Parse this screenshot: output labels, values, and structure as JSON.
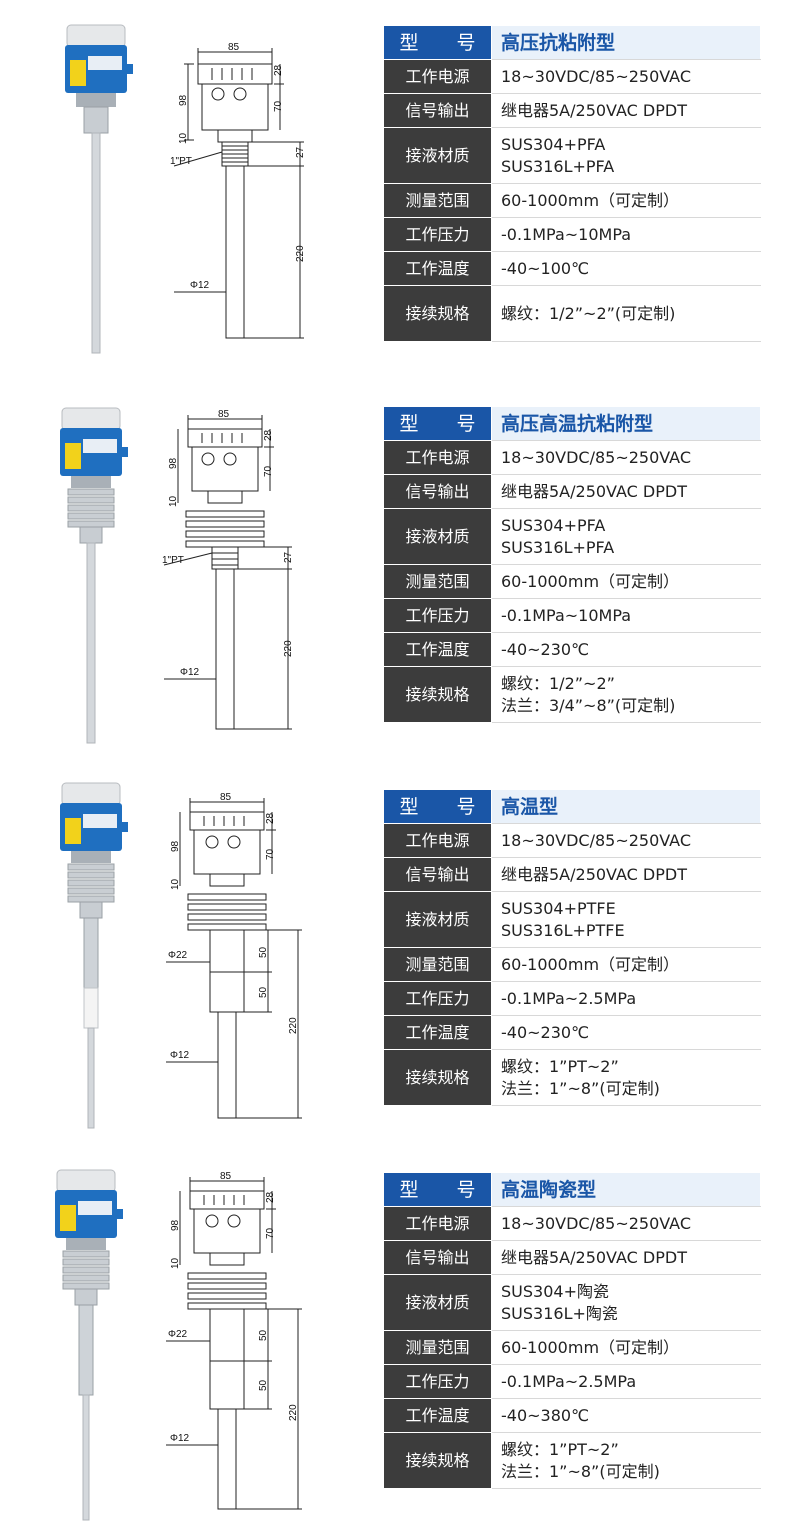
{
  "products": [
    {
      "model_key": "型　　号",
      "model": "高压抗粘附型",
      "rows": [
        {
          "k": "工作电源",
          "v": [
            "18~30VDC/85~250VAC"
          ]
        },
        {
          "k": "信号输出",
          "v": [
            "继电器5A/250VAC DPDT"
          ]
        },
        {
          "k": "接液材质",
          "v": [
            "SUS304+PFA",
            "SUS316L+PFA"
          ]
        },
        {
          "k": "测量范围",
          "v": [
            "60-1000mm（可定制）"
          ]
        },
        {
          "k": "工作压力",
          "v": [
            "-0.1MPa~10MPa"
          ]
        },
        {
          "k": "工作温度",
          "v": [
            "-40~100℃"
          ]
        },
        {
          "k": "接续规格",
          "v": [
            "螺纹：1/2”~2”(可定制)"
          ]
        }
      ],
      "dims": {
        "w": "85",
        "d1": "28",
        "d2": "70",
        "d3": "98",
        "d4": "10",
        "pt": "1\"PT",
        "t": "27",
        "len": "220",
        "rod": "Φ12"
      }
    },
    {
      "model_key": "型　　号",
      "model": "高压高温抗粘附型",
      "rows": [
        {
          "k": "工作电源",
          "v": [
            "18~30VDC/85~250VAC"
          ]
        },
        {
          "k": "信号输出",
          "v": [
            "继电器5A/250VAC DPDT"
          ]
        },
        {
          "k": "接液材质",
          "v": [
            "SUS304+PFA",
            "SUS316L+PFA"
          ]
        },
        {
          "k": "测量范围",
          "v": [
            "60-1000mm（可定制）"
          ]
        },
        {
          "k": "工作压力",
          "v": [
            "-0.1MPa~10MPa"
          ]
        },
        {
          "k": "工作温度",
          "v": [
            "-40~230℃"
          ]
        },
        {
          "k": "接续规格",
          "v": [
            "螺纹：1/2”~2”",
            "法兰：3/4”~8”(可定制)"
          ]
        }
      ],
      "dims": {
        "w": "85",
        "d1": "28",
        "d2": "70",
        "d3": "98",
        "d4": "10",
        "pt": "1\"PT",
        "t": "27",
        "len": "220",
        "rod": "Φ12"
      }
    },
    {
      "model_key": "型　　号",
      "model": "高温型",
      "rows": [
        {
          "k": "工作电源",
          "v": [
            "18~30VDC/85~250VAC"
          ]
        },
        {
          "k": "信号输出",
          "v": [
            "继电器5A/250VAC DPDT"
          ]
        },
        {
          "k": "接液材质",
          "v": [
            "SUS304+PTFE",
            "SUS316L+PTFE"
          ]
        },
        {
          "k": "测量范围",
          "v": [
            "60-1000mm（可定制）"
          ]
        },
        {
          "k": "工作压力",
          "v": [
            "-0.1MPa~2.5MPa"
          ]
        },
        {
          "k": "工作温度",
          "v": [
            "-40~230℃"
          ]
        },
        {
          "k": "接续规格",
          "v": [
            "螺纹：1”PT~2”",
            "法兰：1”~8”(可定制)"
          ]
        }
      ],
      "dims": {
        "w": "85",
        "d1": "28",
        "d2": "70",
        "d3": "98",
        "d4": "10",
        "sleeve": "Φ22",
        "s1": "50",
        "s2": "50",
        "len": "220",
        "rod": "Φ12"
      }
    },
    {
      "model_key": "型　　号",
      "model": "高温陶瓷型",
      "rows": [
        {
          "k": "工作电源",
          "v": [
            "18~30VDC/85~250VAC"
          ]
        },
        {
          "k": "信号输出",
          "v": [
            "继电器5A/250VAC DPDT"
          ]
        },
        {
          "k": "接液材质",
          "v": [
            "SUS304+陶瓷",
            "SUS316L+陶瓷"
          ]
        },
        {
          "k": "测量范围",
          "v": [
            "60-1000mm（可定制）"
          ]
        },
        {
          "k": "工作压力",
          "v": [
            "-0.1MPa~2.5MPa"
          ]
        },
        {
          "k": "工作温度",
          "v": [
            "-40~380℃"
          ]
        },
        {
          "k": "接续规格",
          "v": [
            "螺纹：1”PT~2”",
            "法兰：1”~8”(可定制)"
          ]
        }
      ],
      "dims": {
        "w": "85",
        "d1": "28",
        "d2": "70",
        "d3": "98",
        "d4": "10",
        "sleeve": "Φ22",
        "s1": "50",
        "s2": "50",
        "len": "220",
        "rod": "Φ12"
      }
    }
  ],
  "colors": {
    "header_key": "#1a56a7",
    "header_val_bg": "#e9f1fa",
    "key_bg": "#3c3c3c",
    "housing_blue": "#1f6fc0",
    "label_yellow": "#f2d21b"
  }
}
